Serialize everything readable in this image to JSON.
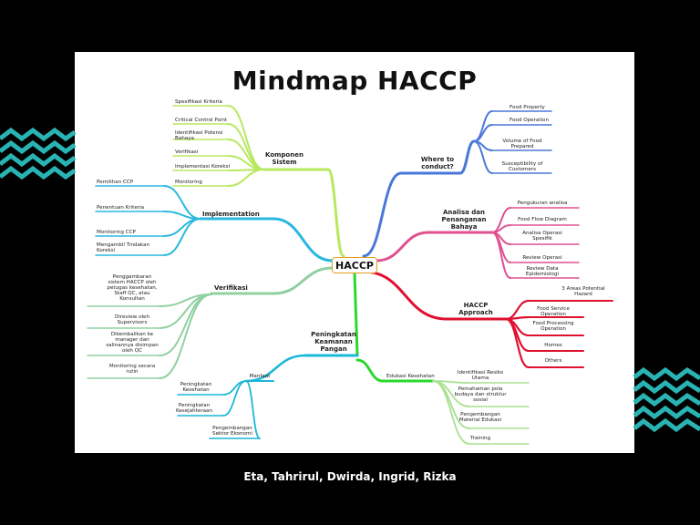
{
  "title": "Mindmap HACCP",
  "authors": "Eta, Tahrirul, Dwirda, Ingrid, Rizka",
  "center": "HACCP",
  "colors": {
    "background": "#000000",
    "accent_teal": "#2ab3b3",
    "komponen": "#b8e860",
    "implementation": "#2ab8e0",
    "verifikasi": "#90d0a0",
    "peningkatan": "#1ab8d8",
    "where": "#4a78d8",
    "analisa": "#e05090",
    "approach": "#e01030",
    "edukasi": "#2bd82b",
    "edukasi_sub": "#a8e090"
  },
  "branches": {
    "komponen": {
      "label_lines": [
        "Komponen",
        "Sistem"
      ],
      "items": [
        [
          "Spesifikasi Kriteria"
        ],
        [
          "Critical Control Point"
        ],
        [
          "Identifikasi  Potensi",
          "Bahaya"
        ],
        [
          "Verifikasi"
        ],
        [
          "Implementasi Koreksi"
        ],
        [
          "Monitoring"
        ]
      ]
    },
    "implementation": {
      "label_lines": [
        "Implementation"
      ],
      "items": [
        [
          "Pemilihan CCP"
        ],
        [
          "Penentuan Kriteria"
        ],
        [
          "Monitoring CCP"
        ],
        [
          "Mengambil  Tindakan",
          "Koreksi"
        ]
      ]
    },
    "verifikasi": {
      "label_lines": [
        "Verifikasi"
      ],
      "items": [
        [
          "Penggambaran",
          "sistem  HACCP  oleh",
          "petugas  kesehatan,",
          "Staff  QC,  atau",
          "Konsultan"
        ],
        [
          "Direview  oleh",
          "Supervisors"
        ],
        [
          "Dikembalikan  ke",
          "manager  dan",
          "salinannya  disimpan",
          "oleh  QC"
        ],
        [
          "Monitoring  secara",
          "rutin"
        ]
      ]
    },
    "peningkatan": {
      "label_lines": [
        "Peningkatan",
        "Keamanan",
        "Pangan"
      ],
      "manfaat": {
        "label": "Manfaat",
        "items": [
          [
            "Peningkatan",
            "Kesehatan"
          ],
          [
            "Peningkatan",
            "Kesejahteraan"
          ],
          [
            "Pengembangan",
            "Sektor Ekonomi"
          ]
        ]
      },
      "edukasi": {
        "label": "Edukasi Kesehatan",
        "items": [
          [
            "Identifikasi  Resiko",
            "Utama"
          ],
          [
            "Pemahaman  pola",
            "budaya  dan  struktur",
            "sosial"
          ],
          [
            "Pengembangan",
            "Material  Edukasi"
          ],
          [
            "Training"
          ]
        ]
      }
    },
    "where": {
      "label_lines": [
        "Where  to",
        "conduct?"
      ],
      "items": [
        [
          "Food Property"
        ],
        [
          "Food Operation"
        ],
        [
          "Volume  of  Food",
          "Prepared"
        ],
        [
          "Susceptibility  of",
          "Customers"
        ]
      ]
    },
    "analisa": {
      "label_lines": [
        "Analisa  dan",
        "Penanganan",
        "Bahaya"
      ],
      "items": [
        [
          "Pengukuran analisa"
        ],
        [
          "Food Flow Diagram"
        ],
        [
          "Analisa  Operasi",
          "Spesifik"
        ],
        [
          "Review Operasi"
        ],
        [
          "Review  Data",
          "Epidemiologi"
        ]
      ]
    },
    "approach": {
      "label_lines": [
        "HACCP",
        "Approach"
      ],
      "items": [
        [
          "3  Areas  Potential",
          "Hazard"
        ],
        [
          "Food  Service",
          "Operation"
        ],
        [
          "Food  Processing",
          "Operation"
        ],
        [
          "Homes"
        ],
        [
          "Others"
        ]
      ]
    }
  }
}
